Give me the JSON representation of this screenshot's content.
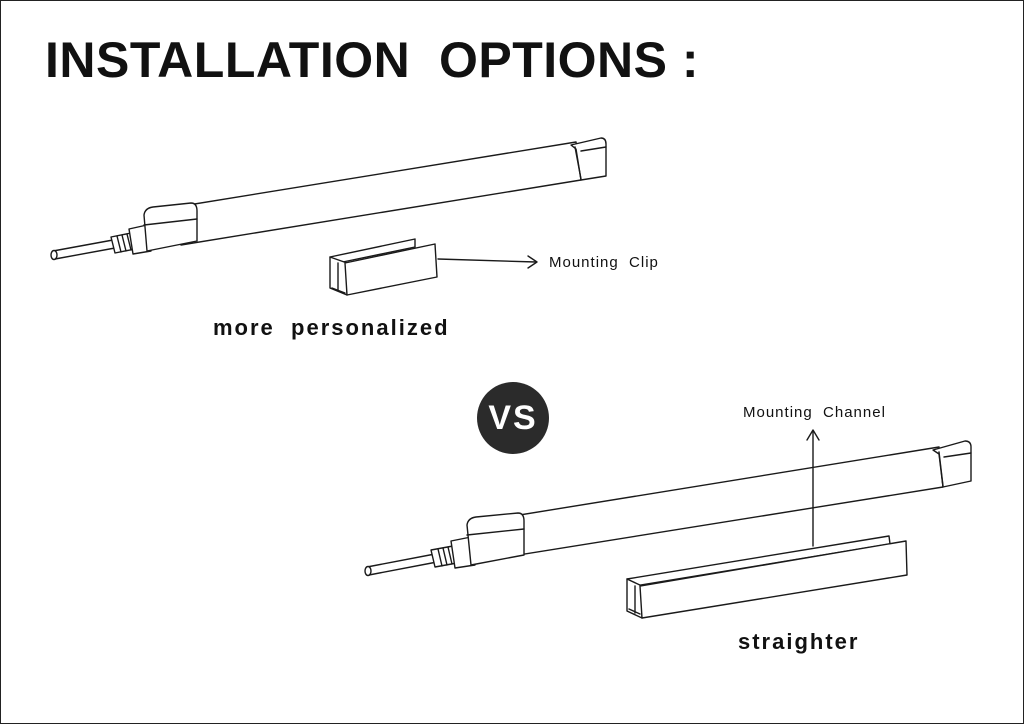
{
  "title": "INSTALLATION  OPTIONS :",
  "labels": {
    "mounting_clip": "Mounting  Clip",
    "mounting_channel": "Mounting  Channel"
  },
  "captions": {
    "top": "more  personalized",
    "bottom": "straighter"
  },
  "vs_badge": "VS",
  "icons": {
    "top_strip": "neon-led-strip-icon",
    "clip": "mounting-clip-icon",
    "bottom_strip": "neon-led-strip-icon",
    "channel": "mounting-channel-icon"
  },
  "colors": {
    "ink": "#1a1a1a",
    "badge": "#2b2b2b",
    "background": "#ffffff"
  }
}
